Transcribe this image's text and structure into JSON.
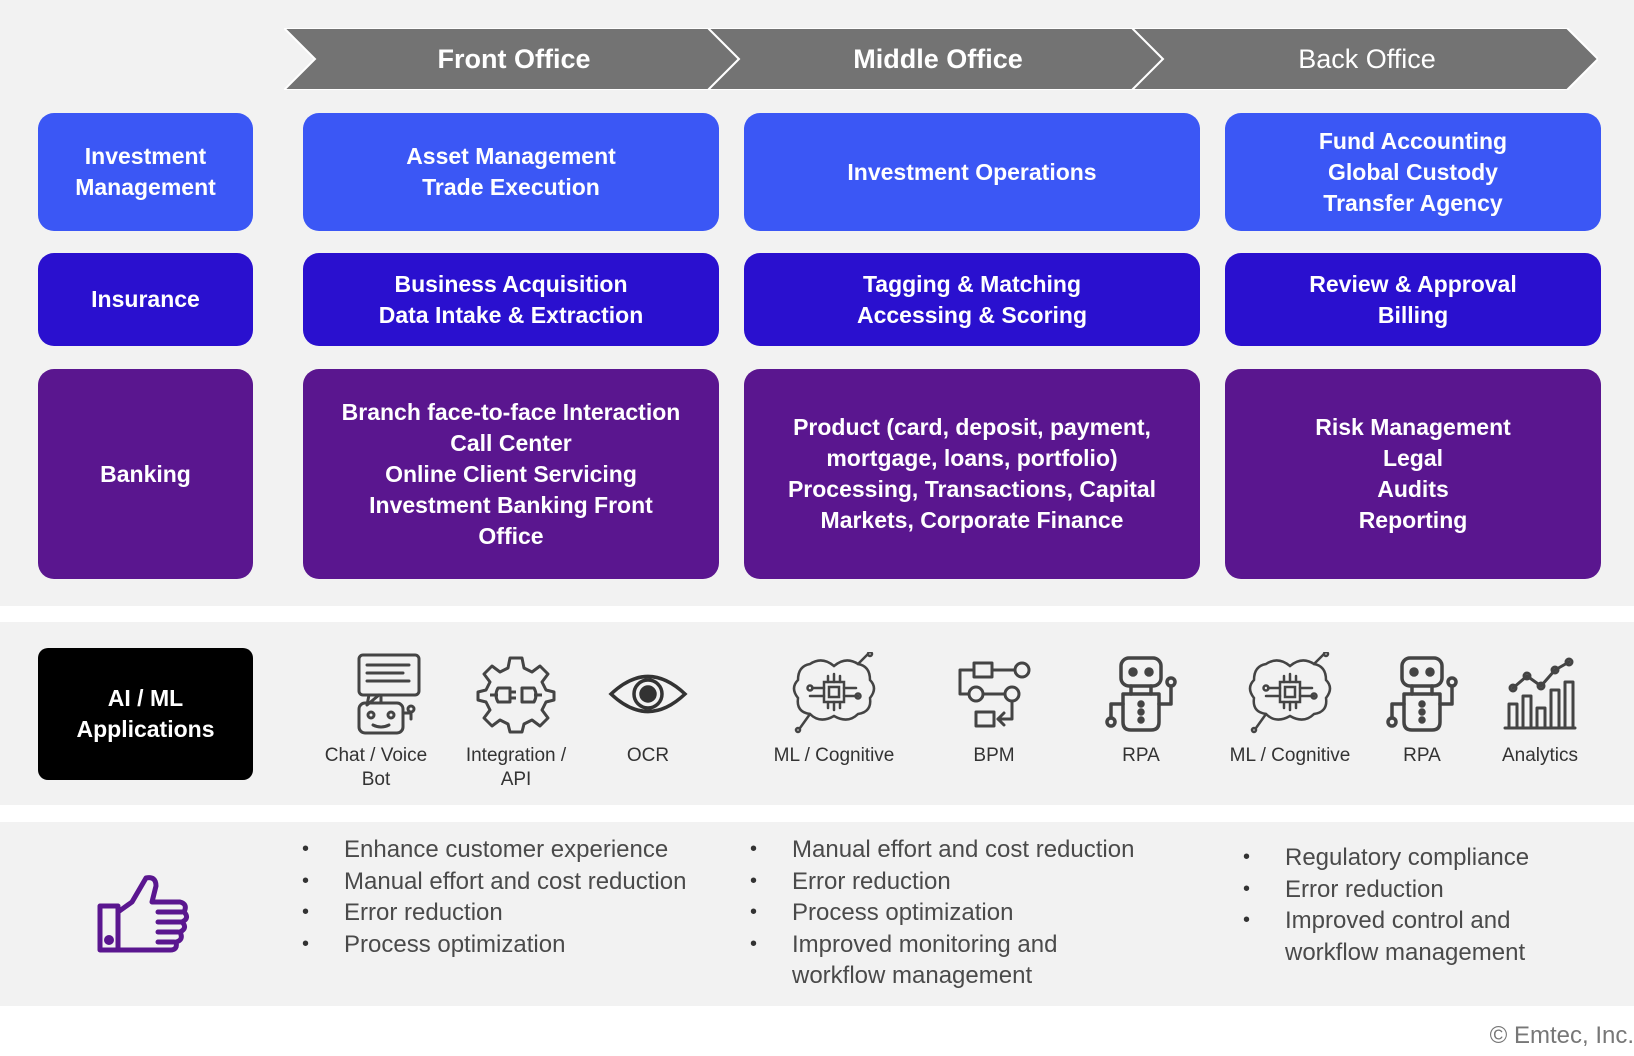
{
  "header": {
    "stages": [
      {
        "label": "Front Office"
      },
      {
        "label": "Middle Office"
      },
      {
        "label": "Back Office"
      }
    ]
  },
  "rows": {
    "investment": {
      "label": "Investment Management",
      "front": [
        "Asset Management",
        "Trade Execution"
      ],
      "middle": [
        "Investment Operations"
      ],
      "back": [
        "Fund Accounting",
        "Global Custody",
        "Transfer Agency"
      ]
    },
    "insurance": {
      "label": "Insurance",
      "front": [
        "Business Acquisition",
        "Data Intake & Extraction"
      ],
      "middle": [
        "Tagging & Matching",
        "Accessing & Scoring"
      ],
      "back": [
        "Review & Approval",
        "Billing"
      ]
    },
    "banking": {
      "label": "Banking",
      "front": [
        "Branch face-to-face Interaction",
        "Call Center",
        "Online Client Servicing",
        "Investment Banking Front Office"
      ],
      "middle": [
        "Product (card, deposit, payment, mortgage, loans, portfolio) Processing, Transactions, Capital Markets, Corporate Finance"
      ],
      "back": [
        "Risk Management",
        "Legal",
        "Audits",
        "Reporting"
      ]
    }
  },
  "ai": {
    "label": "AI / ML Applications",
    "apps": [
      {
        "label": "Chat / Voice Bot",
        "icon": "chatbot-icon"
      },
      {
        "label": "Integration / API",
        "icon": "gear-plug-icon"
      },
      {
        "label": "OCR",
        "icon": "eye-icon"
      },
      {
        "label": "ML / Cognitive",
        "icon": "brain-chip-icon"
      },
      {
        "label": "BPM",
        "icon": "process-flow-icon"
      },
      {
        "label": "RPA",
        "icon": "robot-icon"
      },
      {
        "label": "ML / Cognitive",
        "icon": "brain-chip-icon"
      },
      {
        "label": "RPA",
        "icon": "robot-icon"
      },
      {
        "label": "Analytics",
        "icon": "bar-chart-trend-icon"
      }
    ]
  },
  "benefits": {
    "icon": "thumbs-up-icon",
    "front": [
      "Enhance customer experience",
      "Manual effort and cost reduction",
      "Error reduction",
      "Process optimization"
    ],
    "middle": [
      "Manual effort and cost reduction",
      "Error reduction",
      "Process optimization",
      "Improved monitoring and workflow management"
    ],
    "back": [
      "Regulatory compliance",
      "Error reduction",
      "Improved control and workflow management"
    ]
  },
  "footer": {
    "copyright": "© Emtec, Inc."
  },
  "colors": {
    "investment": "#3b57f5",
    "insurance": "#2a10cf",
    "banking": "#5a168f",
    "ai_label": "#000000",
    "arrow": "#737373",
    "thumb": "#5a168f"
  }
}
